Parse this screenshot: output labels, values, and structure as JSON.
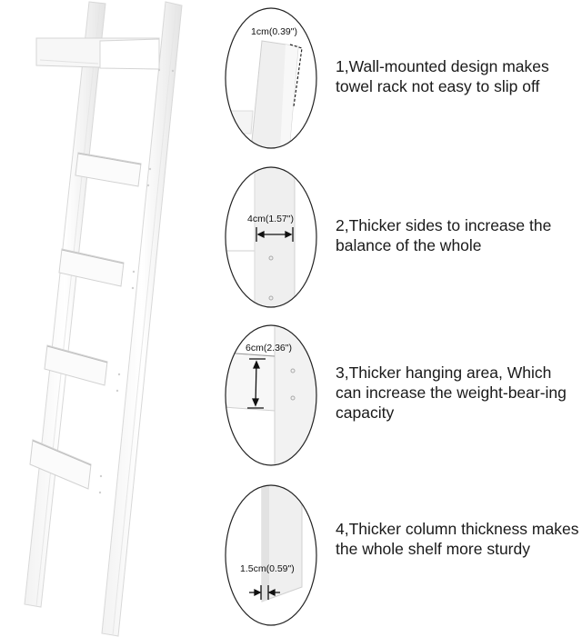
{
  "product": {
    "name": "wall-leaning towel ladder with top shelf",
    "color": "#ffffff",
    "rungs": 4
  },
  "features": [
    {
      "number": "1",
      "text": "1,Wall-mounted design makes towel rack not easy to slip off",
      "dimension_label": "1cm(0.39\")"
    },
    {
      "number": "2",
      "text": "2,Thicker sides to increase the balance of the whole",
      "dimension_label": "4cm(1.57\")"
    },
    {
      "number": "3",
      "text": "3,Thicker hanging area, Which can increase the weight-bear-ing capacity",
      "dimension_label": "6cm(2.36\")"
    },
    {
      "number": "4",
      "text": "4,Thicker column thickness makes the whole shelf more sturdy",
      "dimension_label": "1.5cm(0.59\")"
    }
  ],
  "colors": {
    "text": "#1a1a1a",
    "outline": "#222222",
    "wood_face": "#ffffff",
    "wood_shade": "#e6e6e6",
    "wood_edge": "#cfcfcf"
  }
}
